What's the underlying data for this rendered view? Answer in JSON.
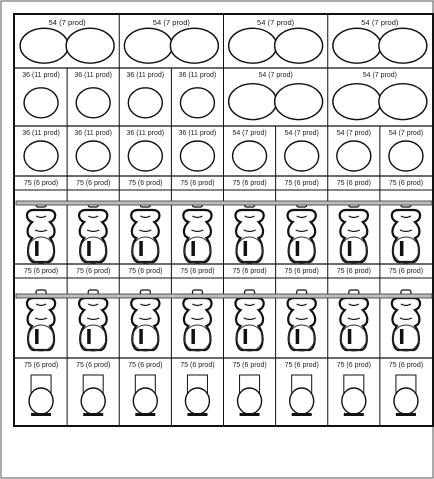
{
  "planogram": {
    "rows": [
      {
        "cells": [
          {
            "label": "54 (7 prod)",
            "product": "round-pair"
          },
          {
            "label": "54 (7 prod)",
            "product": "round-pair"
          },
          {
            "label": "54 (7 prod)",
            "product": "round-pair"
          },
          {
            "label": "54 (7 prod)",
            "product": "round-pair"
          }
        ]
      },
      {
        "cells": [
          {
            "label": "36 (11 prod)",
            "product": "round"
          },
          {
            "label": "36 (11 prod)",
            "product": "round"
          },
          {
            "label": "36 (11 prod)",
            "product": "round"
          },
          {
            "label": "36 (11 prod)",
            "product": "round"
          },
          {
            "label": "54 (7 prod)",
            "product": "round-pair"
          },
          {
            "label": "54 (7 prod)",
            "product": "round-pair"
          }
        ]
      },
      {
        "cells": [
          {
            "label": "36 (11 prod)",
            "product": "round"
          },
          {
            "label": "36 (11 prod)",
            "product": "round"
          },
          {
            "label": "36 (11 prod)",
            "product": "round"
          },
          {
            "label": "36 (11 prod)",
            "product": "round"
          },
          {
            "label": "54 (7 prod)",
            "product": "round"
          },
          {
            "label": "54 (7 prod)",
            "product": "round"
          },
          {
            "label": "54 (7 prod)",
            "product": "round"
          },
          {
            "label": "54 (7 prod)",
            "product": "round"
          }
        ]
      },
      {
        "cells": [
          {
            "label": "75 (6 prod)",
            "product": "hanging"
          },
          {
            "label": "75 (6 prod)",
            "product": "hanging"
          },
          {
            "label": "75 (6 prod)",
            "product": "hanging"
          },
          {
            "label": "75 (6 prod)",
            "product": "hanging"
          },
          {
            "label": "75 (6 prod)",
            "product": "hanging"
          },
          {
            "label": "75 (6 prod)",
            "product": "hanging"
          },
          {
            "label": "75 (6 prod)",
            "product": "hanging"
          },
          {
            "label": "75 (6 prod)",
            "product": "hanging"
          }
        ]
      },
      {
        "cells": [
          {
            "label": "75 (6 prod)",
            "product": "hanging"
          },
          {
            "label": "75 (6 prod)",
            "product": "hanging"
          },
          {
            "label": "75 (6 prod)",
            "product": "hanging"
          },
          {
            "label": "75 (6 prod)",
            "product": "hanging"
          },
          {
            "label": "75 (6 prod)",
            "product": "hanging"
          },
          {
            "label": "75 (6 prod)",
            "product": "hanging"
          },
          {
            "label": "75 (6 prod)",
            "product": "hanging"
          },
          {
            "label": "75 (6 prod)",
            "product": "hanging"
          }
        ]
      },
      {
        "cells": [
          {
            "label": "75 (6 prod)",
            "product": "boxed"
          },
          {
            "label": "75 (6 prod)",
            "product": "boxed"
          },
          {
            "label": "75 (6 prod)",
            "product": "boxed"
          },
          {
            "label": "75 (6 prod)",
            "product": "boxed"
          },
          {
            "label": "75 (6 prod)",
            "product": "boxed"
          },
          {
            "label": "75 (6 prod)",
            "product": "boxed"
          },
          {
            "label": "75 (6 prod)",
            "product": "boxed"
          },
          {
            "label": "75 (6 prod)",
            "product": "boxed"
          }
        ]
      }
    ]
  }
}
